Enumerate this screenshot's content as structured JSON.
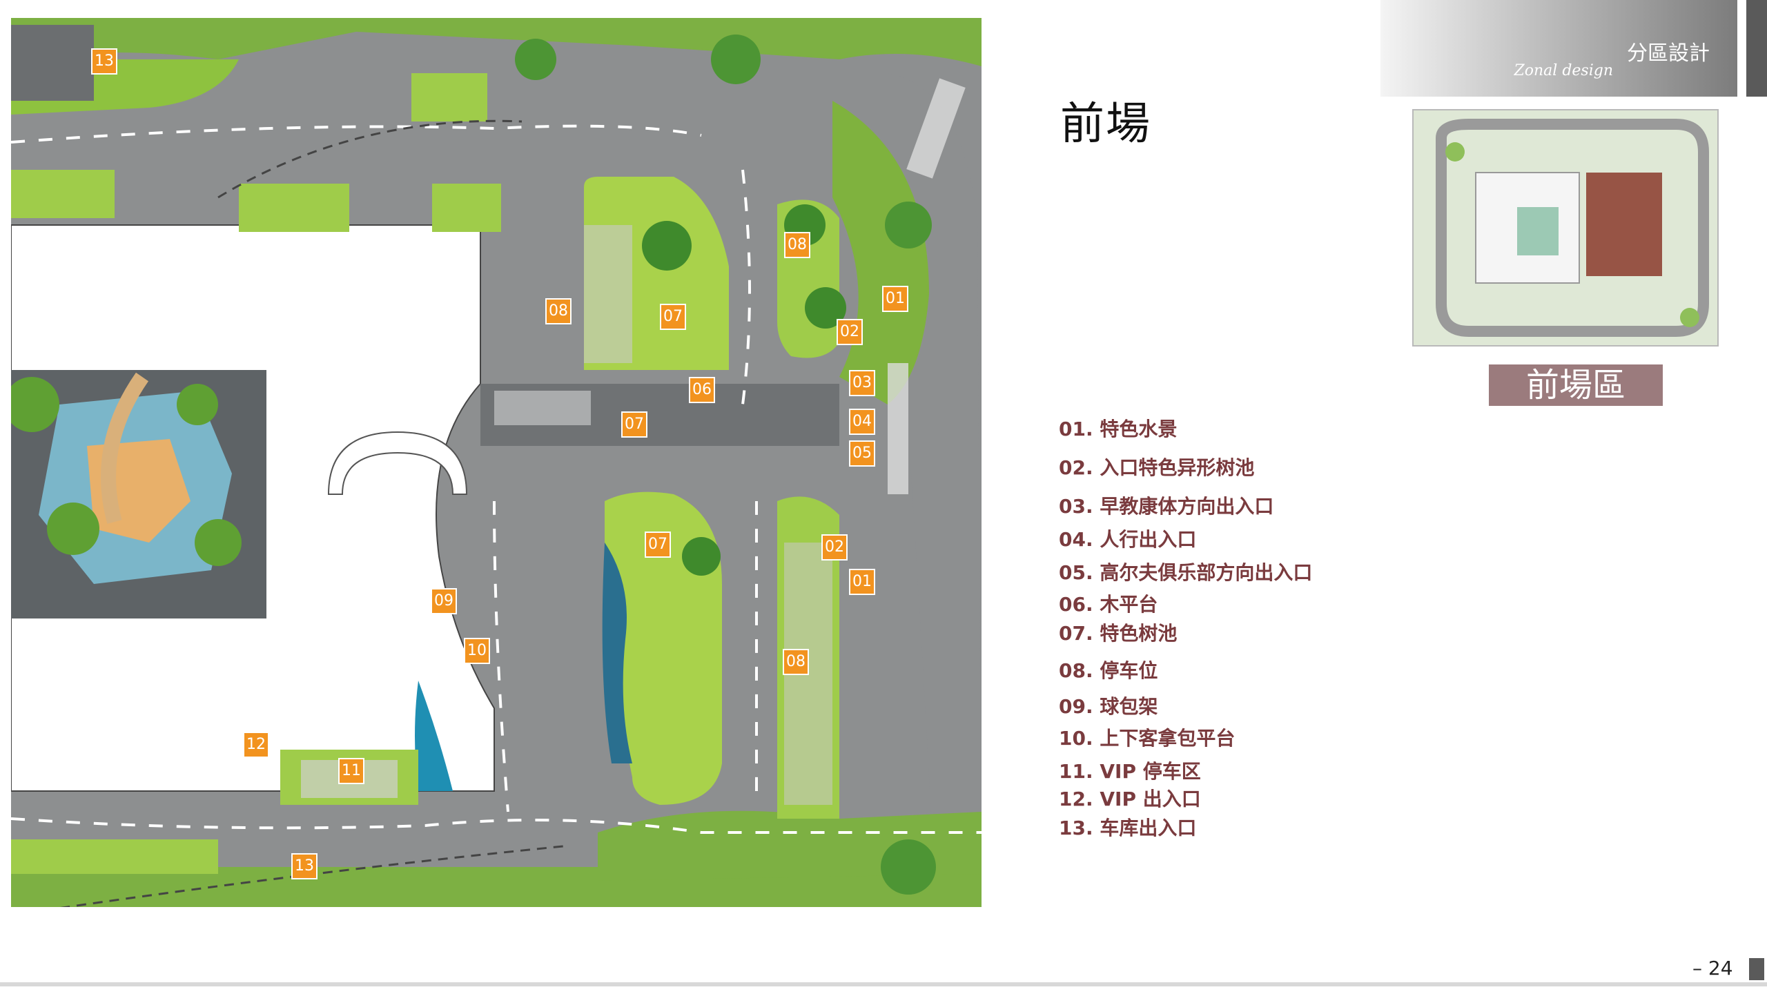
{
  "header": {
    "title_zh": "分區設計",
    "title_en": "Zonal design"
  },
  "section_title": "前場",
  "keymap_label": "前場區",
  "legend": [
    "01. 特色水景",
    "02. 入口特色异形树池",
    "03. 早教康体方向出入口",
    "04. 人行出入口",
    "05. 高尔夫俱乐部方向出入口",
    "06. 木平台",
    "07. 特色树池",
    "08. 停车位",
    "09. 球包架",
    "10. 上下客拿包平台",
    "11. VIP 停车区",
    "12. VIP 出入口",
    "13. 车库出入口"
  ],
  "plan_markers": [
    "13",
    "08",
    "07",
    "08",
    "01",
    "02",
    "06",
    "03",
    "07",
    "04",
    "05",
    "07",
    "02",
    "01",
    "09",
    "10",
    "08",
    "12",
    "11",
    "13"
  ],
  "page_number": "24",
  "colors": {
    "marker": "#f2931f",
    "legend_text": "#7a3b3e",
    "keymap_label_bg": "#9b7b7d",
    "road": "#8d8f90",
    "lawn": "#9ccc3c"
  }
}
